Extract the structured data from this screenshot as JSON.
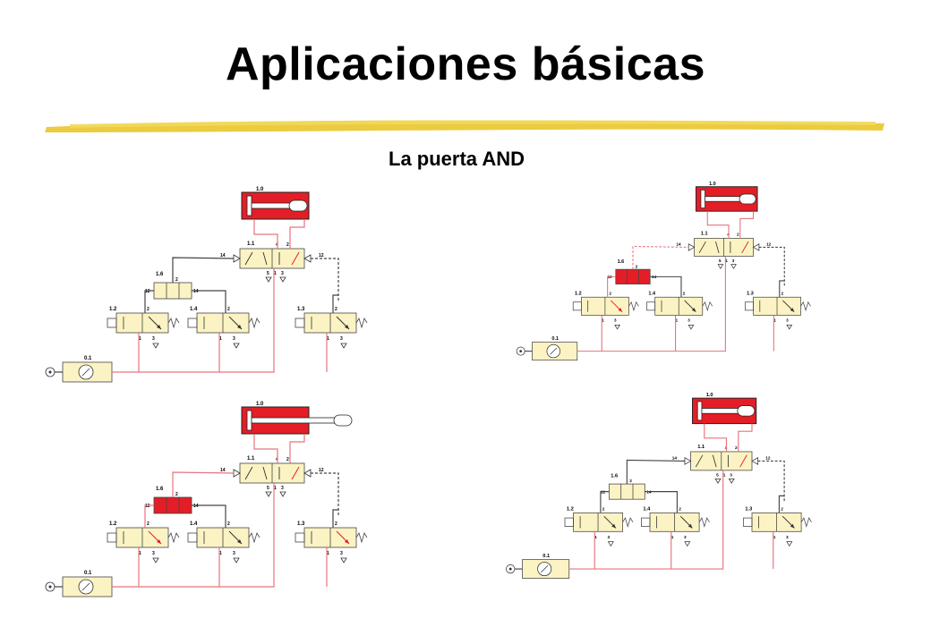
{
  "title": "Aplicaciones básicas",
  "subtitle": "La puerta AND",
  "colors": {
    "active_line": "#e8737d",
    "active_fill": "#e41e26",
    "inactive_line": "#444444",
    "valve_fill": "#fbf3c3",
    "highlighter": "#e8c21e"
  },
  "diagrams": [
    {
      "name": "state-both-inactive",
      "labels": {
        "cylinder": "1.0",
        "main_valve": "1.1",
        "and_valve": "1.6",
        "left_valve": "1.2",
        "middle_valve": "1.4",
        "right_valve": "1.3",
        "source": "0.1"
      },
      "ports": {
        "p14": "14",
        "p12": "12",
        "p4": "4",
        "p2": "2",
        "p5": "5",
        "p1": "1",
        "p3": "3"
      }
    },
    {
      "name": "state-left-active",
      "labels": {
        "cylinder": "1.0",
        "main_valve": "1.1",
        "and_valve": "1.6",
        "left_valve": "1.2",
        "middle_valve": "1.4",
        "right_valve": "1.3",
        "source": "0.1"
      },
      "ports": {
        "p14": "14",
        "p12": "12",
        "p4": "4",
        "p2": "2",
        "p5": "5",
        "p1": "1",
        "p3": "3"
      }
    },
    {
      "name": "state-and-output-active",
      "labels": {
        "cylinder": "1.0",
        "main_valve": "1.1",
        "and_valve": "1.6",
        "left_valve": "1.2",
        "middle_valve": "1.4",
        "right_valve": "1.3",
        "source": "0.1"
      },
      "ports": {
        "p14": "14",
        "p12": "12",
        "p4": "4",
        "p2": "2",
        "p5": "5",
        "p1": "1",
        "p3": "3"
      }
    },
    {
      "name": "state-reset",
      "labels": {
        "cylinder": "1.0",
        "main_valve": "1.1",
        "and_valve": "1.6",
        "left_valve": "1.2",
        "middle_valve": "1.4",
        "right_valve": "1.3",
        "source": "0.1"
      },
      "ports": {
        "p14": "14",
        "p12": "12",
        "p4": "4",
        "p2": "2",
        "p5": "5",
        "p1": "1",
        "p3": "3"
      }
    }
  ]
}
